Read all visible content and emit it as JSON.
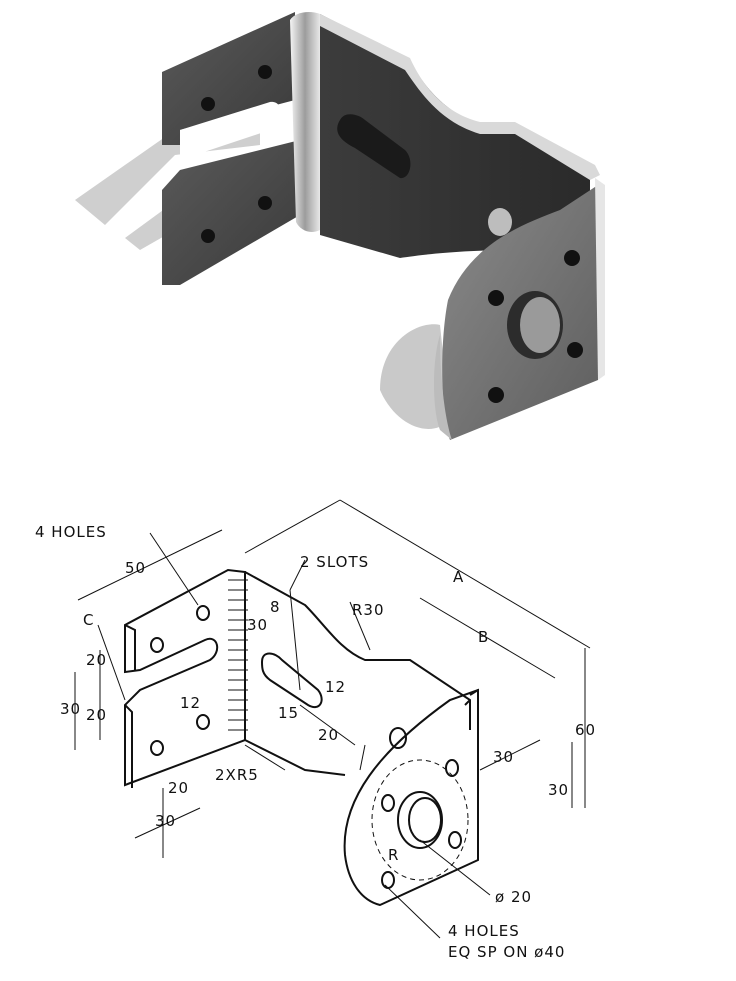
{
  "drawing": {
    "labels": {
      "four_holes_top": "4 HOLES",
      "dim_50": "50",
      "c": "C",
      "dim_20a": "20",
      "dim_30_left": "30",
      "dim_20b": "20",
      "dim_12a": "12",
      "dim_20_bottom": "20",
      "dim_30_bottom": "30",
      "two_xr5": "2XR5",
      "two_slots": "2 SLOTS",
      "dim_8": "8",
      "dim_30_slot": "30",
      "dim_12b": "12",
      "dim_15": "15",
      "dim_20_slot": "20",
      "r30": "R30",
      "a": "A",
      "b": "B",
      "dim_60": "60",
      "dim_30_right": "30",
      "dim_30_right_side": "30",
      "r": "R",
      "dia_20": "ø 20",
      "four_holes_bottom_line1": "4 HOLES",
      "four_holes_bottom_line2": "EQ SP ON ø40"
    }
  }
}
